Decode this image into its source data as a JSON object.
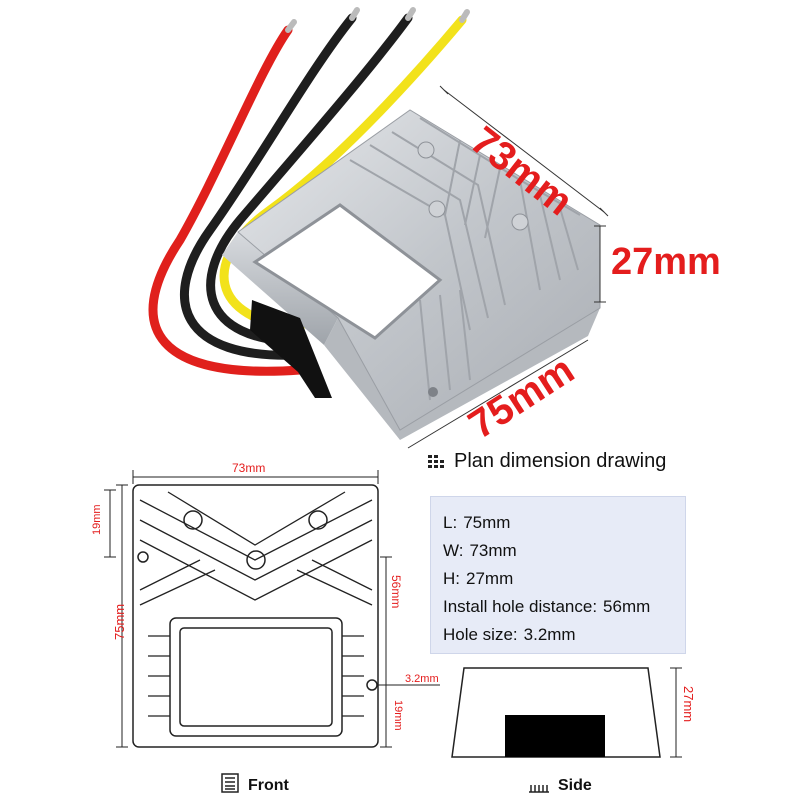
{
  "product_dimensions": {
    "length_label": "73mm",
    "height_label": "27mm",
    "width_label": "75mm"
  },
  "plan": {
    "title": "Plan dimension drawing",
    "icon": "grid-list-icon"
  },
  "front_drawing": {
    "top_dim": "73mm",
    "left_top_dim": "19mm",
    "left_dim": "75mm",
    "hole_distance_dim": "56mm",
    "hole_size_dim": "3.2mm",
    "right_bottom_dim": "19mm",
    "caption": "Front",
    "caption_icon": "front-view-icon"
  },
  "side_drawing": {
    "height_dim": "27mm",
    "caption": "Side",
    "caption_icon": "side-view-icon"
  },
  "specs": [
    {
      "key": "L:",
      "value": "75mm"
    },
    {
      "key": "W:",
      "value": "73mm"
    },
    {
      "key": "H:",
      "value": "27mm"
    },
    {
      "key": "Install hole distance:",
      "value": "56mm"
    },
    {
      "key": "Hole size:",
      "value": "3.2mm"
    }
  ],
  "colors": {
    "dimension_red": "#e41d1d",
    "wire_red": "#e0201c",
    "wire_black": "#1e1e1e",
    "wire_yellow": "#f2e21b",
    "housing_silver": "#c9ccd1",
    "spec_box_bg": "#e7ebf7"
  }
}
